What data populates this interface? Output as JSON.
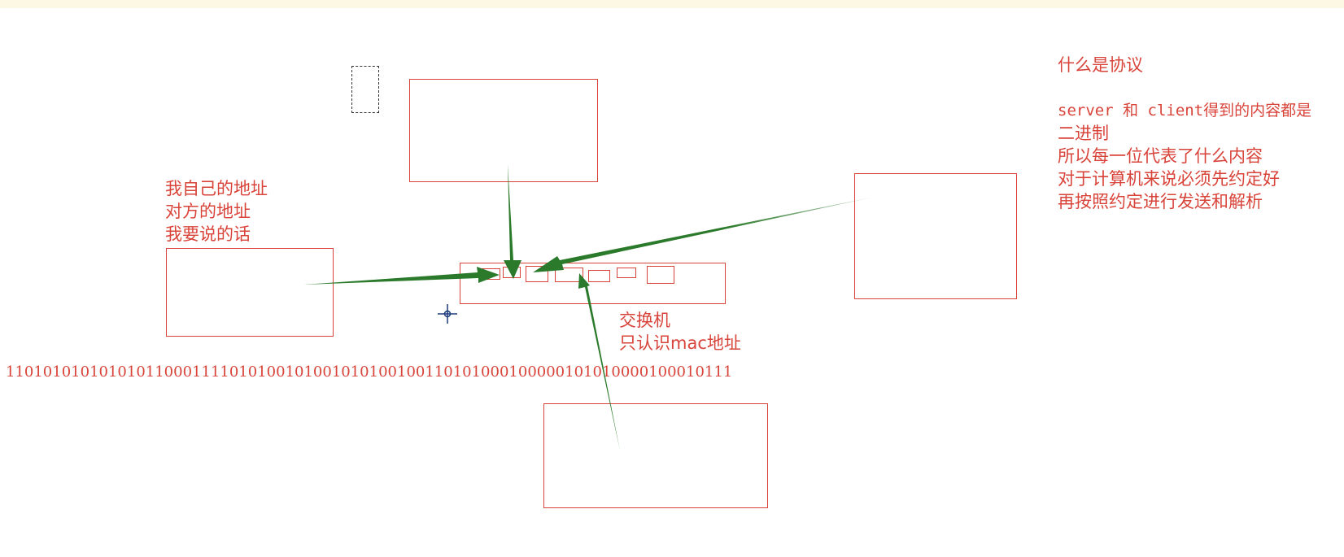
{
  "notes": {
    "title": "什么是协议",
    "line1": "server 和 client得到的内容都是",
    "line2": "二进制",
    "line3": "所以每一位代表了什么内容",
    "line4": "对于计算机来说必须先约定好",
    "line5": "再按照约定进行发送和解析"
  },
  "packet_label": {
    "line1": "我自己的地址",
    "line2": "对方的地址",
    "line3": "我要说的话"
  },
  "switch_label": {
    "line1": "交换机",
    "line2": "只认识mac地址"
  },
  "binary": "110101010101010110001111010100101001010100100110101000100000101010000100010111",
  "colors": {
    "box": "#d9443a",
    "text": "#d9443a",
    "arrow": "#2b7a2b",
    "top_bar": "#fdf8e4"
  }
}
